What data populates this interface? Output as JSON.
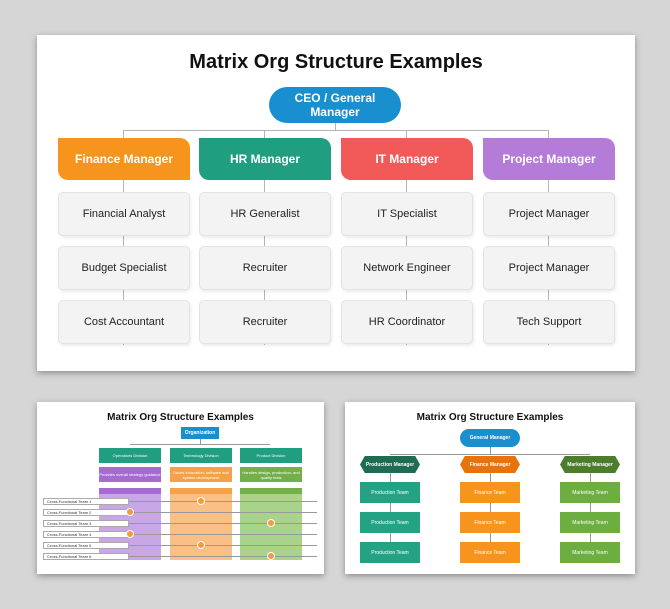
{
  "main": {
    "title": "Matrix Org Structure Examples",
    "ceo": "CEO / General Manager",
    "columns": [
      {
        "manager": "Finance Manager",
        "color": "#f7941d",
        "roles": [
          "Financial Analyst",
          "Budget Specialist",
          "Cost Accountant"
        ]
      },
      {
        "manager": "HR Manager",
        "color": "#1f9e80",
        "roles": [
          "HR Generalist",
          "Recruiter",
          "Recruiter"
        ]
      },
      {
        "manager": "IT Manager",
        "color": "#f25a5a",
        "roles": [
          "IT Specialist",
          "Network Engineer",
          "HR Coordinator"
        ]
      },
      {
        "manager": "Project Manager",
        "color": "#b57bd9",
        "roles": [
          "Project Manager",
          "Project Manager",
          "Tech Support"
        ]
      }
    ]
  },
  "slide2": {
    "title": "Matrix Org Structure Examples",
    "top": "Organization",
    "divisions": [
      {
        "name": "Operations Division",
        "desc": "Provides overall strategy guidance",
        "color": "#a46bd1"
      },
      {
        "name": "Technology Division",
        "desc": "Drives innovation, software and system development",
        "color": "#f6a04a"
      },
      {
        "name": "Product Division",
        "desc": "Handles design, production, and quality tests",
        "color": "#73b04a"
      }
    ],
    "teams": [
      "Cross-Functional Team 1",
      "Cross-Functional Team 2",
      "Cross-Functional Team 3",
      "Cross-Functional Team 4",
      "Cross-Functional Team 5",
      "Cross-Functional Team 6"
    ]
  },
  "slide3": {
    "title": "Matrix Org Structure Examples",
    "top": "General Manager",
    "columns": [
      {
        "manager": "Production Manager",
        "team": "Production Team",
        "mcolor": "#1f6b54",
        "tcolor": "#23a383"
      },
      {
        "manager": "Finance Manager",
        "team": "Finance Team",
        "mcolor": "#e8720c",
        "tcolor": "#f7941d"
      },
      {
        "manager": "Marketing Manager",
        "team": "Marketing Team",
        "mcolor": "#4c7d2c",
        "tcolor": "#6cae3f"
      }
    ]
  }
}
